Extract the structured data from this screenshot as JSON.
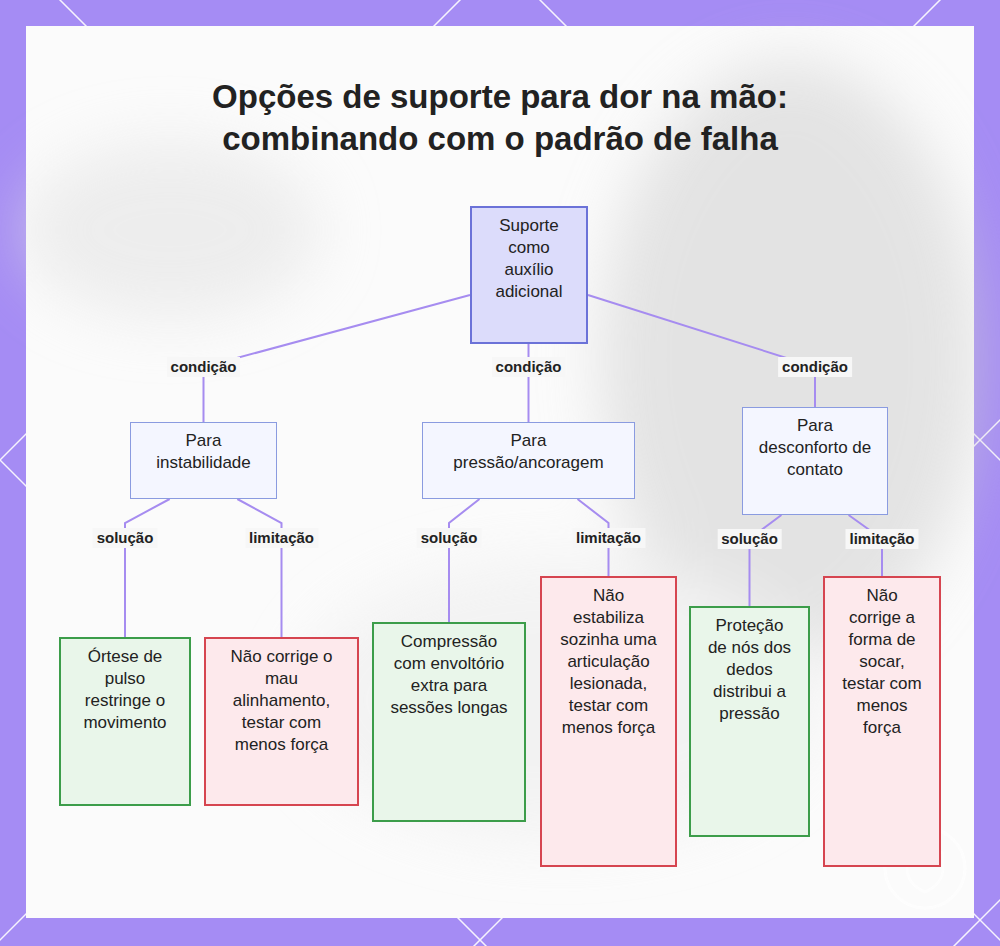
{
  "diagram": {
    "title": "Opções de suporte para dor na mão: combinando com o padrão de falha",
    "nodes": [
      {
        "text": [
          "Suporte como auxílio adicional"
        ]
      },
      {
        "text": [
          "Para instabilidade"
        ]
      },
      {
        "text": [
          "Para pressão/ancoragem"
        ]
      },
      {
        "text": [
          "Para desconforto de contato"
        ]
      },
      {
        "text": [
          "Órtese de pulso restringe o movimento"
        ]
      },
      {
        "text": [
          "Não corrige o mau alinhamento, testar com menos força"
        ]
      },
      {
        "text": [
          "Compressão com envoltório extra para sessões longas"
        ]
      },
      {
        "text": [
          "Não estabiliza sozinha uma articulação lesionada, testar com menos força"
        ]
      },
      {
        "text": [
          "Proteção de nós dos dedos distribui a pressão"
        ]
      },
      {
        "text": [
          "Não corrige a forma de socar, testar com menos força"
        ]
      }
    ],
    "edges": [
      {
        "from": 0,
        "to": 1,
        "label": "condição",
        "arrow": "none"
      },
      {
        "from": 0,
        "to": 2,
        "label": "condição",
        "arrow": "none"
      },
      {
        "from": 0,
        "to": 3,
        "label": "condição",
        "arrow": "none"
      },
      {
        "from": 1,
        "to": 4,
        "label": "solução",
        "arrow": "none"
      },
      {
        "from": 1,
        "to": 5,
        "label": "limitação",
        "arrow": "none"
      },
      {
        "from": 2,
        "to": 6,
        "label": "solução",
        "arrow": "none"
      },
      {
        "from": 2,
        "to": 7,
        "label": "limitação",
        "arrow": "none"
      },
      {
        "from": 3,
        "to": 8,
        "label": "solução",
        "arrow": "none"
      },
      {
        "from": 3,
        "to": 9,
        "label": "limitação",
        "arrow": "none"
      }
    ]
  }
}
